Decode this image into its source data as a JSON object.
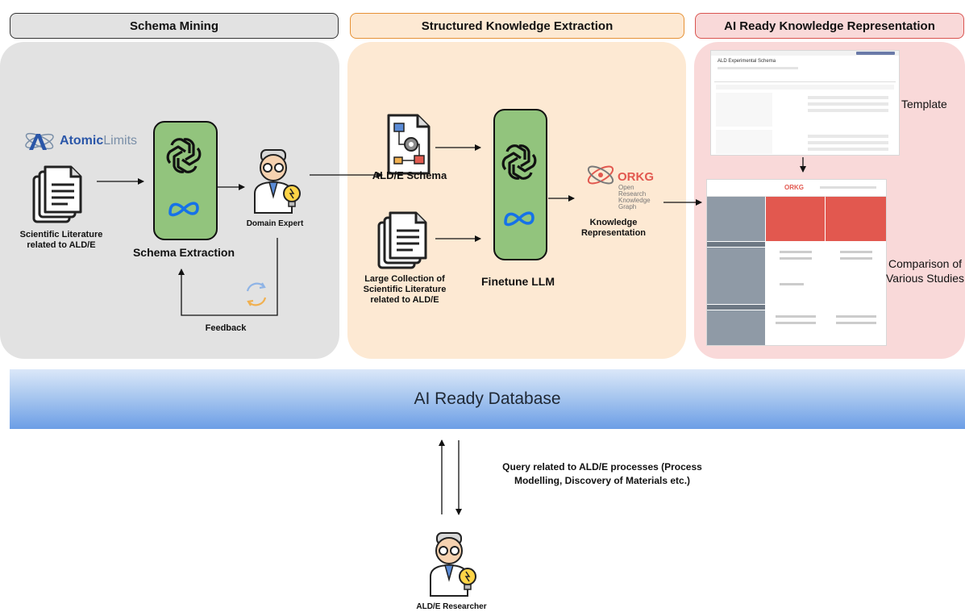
{
  "sections": {
    "schema_mining": "Schema Mining",
    "structured_extraction": "Structured Knowledge Extraction",
    "ai_ready_representation": "AI Ready Knowledge Representation"
  },
  "schema_mining": {
    "logo_prefix": "Atomic",
    "logo_suffix": "Limits",
    "literature_label": "Scientific Literature related to ALD/E",
    "schema_extraction_label": "Schema Extraction",
    "domain_expert_label": "Domain Expert",
    "feedback_label": "Feedback"
  },
  "extraction": {
    "schema_label": "ALD/E Schema",
    "collection_label": "Large Collection of Scientific Literature related to ALD/E",
    "finetune_label": "Finetune LLM",
    "orkg_logo": "ORKG",
    "orkg_sub": [
      "Open",
      "Research",
      "Knowledge",
      "Graph"
    ],
    "knowledge_label": "Knowledge Representation"
  },
  "representation": {
    "template_label": "Template",
    "comparison_label": "Comparison of Various Studies",
    "template_shot_title": "ALD Experimental Schema",
    "comparison_shot_logo": "ORKG"
  },
  "database": {
    "label": "AI Ready Database"
  },
  "query": {
    "label": "Query related to ALD/E processes (Process Modelling, Discovery of Materials etc.)",
    "researcher_label": "ALD/E Researcher"
  },
  "colors": {
    "gray_panel": "#e2e2e2",
    "orange_panel": "#fde9d3",
    "pink_panel": "#f9d9d9",
    "llm_green": "#92c47d",
    "orange_border": "#e69135",
    "red_border": "#d9534f"
  }
}
